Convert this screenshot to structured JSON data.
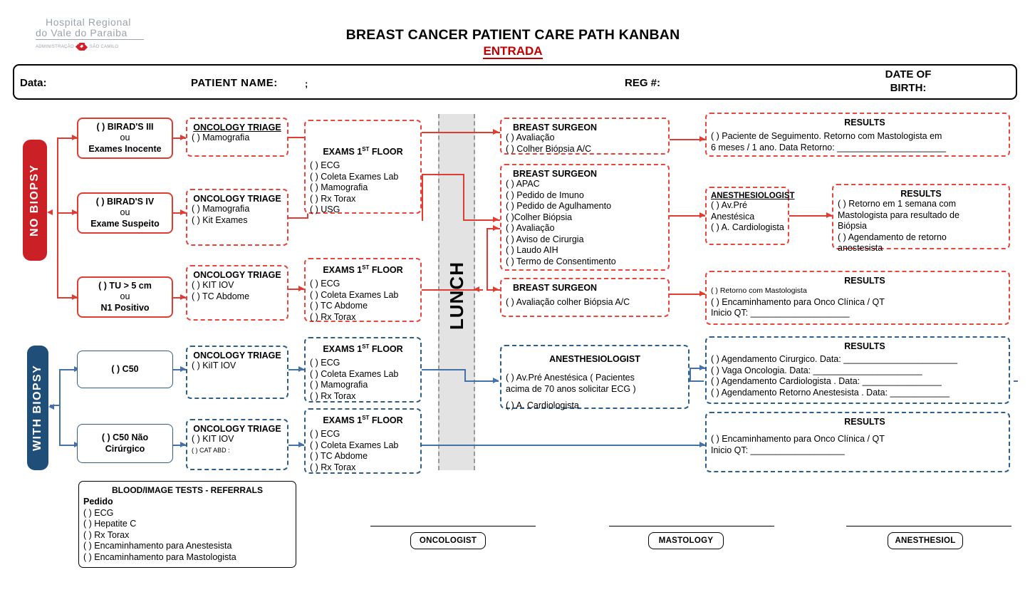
{
  "logo": {
    "line1": "Hospital Regional",
    "line2": "do Vale do Paraiba",
    "line3_left": "ADMINISTRAÇÃO",
    "line3_right": "SÃO CAMILO"
  },
  "header": {
    "title": "BREAST CANCER PATIENT CARE PATH KANBAN",
    "subtitle": "ENTRADA",
    "fields": {
      "data": "Data:",
      "patient_name": "PATIENT NAME:",
      "patient_name_mark": ";",
      "reg": "REG #:",
      "dob_line1": "DATE OF",
      "dob_line2": "BIRTH:"
    }
  },
  "colors": {
    "red": "#cc2027",
    "red_border": "#e03c31",
    "blue": "#1f4e79",
    "blue_border": "#2e5f8a",
    "accent_title_red": "#c00000",
    "lunch_grey": "#e3e3e3"
  },
  "lunch": {
    "label": "LUNCH"
  },
  "sections": [
    {
      "id": "no-biopsy",
      "label": "NO BIOPSY",
      "color": "#cc2027"
    },
    {
      "id": "with-biopsy",
      "label": "WITH BIOPSY",
      "color": "#1f4e79"
    }
  ],
  "entry_boxes": [
    {
      "id": "birads3",
      "lines": [
        "(    ) BIRAD'S III",
        "ou",
        "Exames Inocente"
      ]
    },
    {
      "id": "birads4",
      "lines": [
        "(    ) BIRAD'S IV",
        "ou",
        "Exame Suspeito"
      ]
    },
    {
      "id": "tu5cm",
      "lines": [
        "(    ) TU > 5 cm",
        "ou",
        "N1 Positivo"
      ]
    },
    {
      "id": "c50",
      "lines": [
        "(    ) C50"
      ]
    },
    {
      "id": "c50nc",
      "lines": [
        "(    ) C50 Não",
        "Cirúrgico"
      ]
    }
  ],
  "triage_boxes": [
    {
      "id": "triage-1",
      "title": "ONCOLOGY TRIAGE",
      "items": [
        "(    ) Mamografia"
      ]
    },
    {
      "id": "triage-2",
      "title": "ONCOLOGY TRIAGE",
      "items": [
        "(    ) Mamografia",
        "(    ) Kit Exames"
      ]
    },
    {
      "id": "triage-3",
      "title": "ONCOLOGY TRIAGE",
      "items": [
        "(    ) KIT IOV",
        "(    ) TC Abdome"
      ]
    },
    {
      "id": "triage-4",
      "title": "ONCOLOGY TRIAGE",
      "items": [
        "(    ) KiIT IOV"
      ]
    },
    {
      "id": "triage-5",
      "title": "ONCOLOGY TRIAGE",
      "items": [
        "(    ) KIT IOV",
        "(    )      CAT ABD       :"
      ]
    }
  ],
  "exam_boxes": [
    {
      "id": "exams-1",
      "title": "EXAMS 1ST FLOOR",
      "title_sup": "ST",
      "items": [
        "(    ) ECG",
        "(    ) Coleta Exames Lab",
        "(    ) Mamografia",
        "(    ) Rx Torax",
        "(    ) USG"
      ]
    },
    {
      "id": "exams-2",
      "title": "EXAMS 1ST FLOOR",
      "title_sup": "ST",
      "items": [
        "(    ) ECG",
        "(    ) Coleta Exames Lab",
        "(    ) TC Abdome",
        "(    ) Rx Torax"
      ]
    },
    {
      "id": "exams-3",
      "title": "EXAMS 1ST FLOOR",
      "title_sup": "ST",
      "items": [
        "(    ) ECG",
        "(    ) Coleta Exames Lab",
        "(    ) Mamografia",
        "(    ) Rx Torax"
      ]
    },
    {
      "id": "exams-4",
      "title": "EXAMS 1ST FLOOR",
      "title_sup": "ST",
      "items": [
        "(    ) ECG",
        "(    ) Coleta Exames Lab",
        "(    ) TC Abdome",
        "(    ) Rx Torax"
      ]
    }
  ],
  "surgeon_boxes": [
    {
      "id": "surgeon-1",
      "title": "BREAST SURGEON",
      "items": [
        "(    ) Avaliação",
        "(    ) Colher Biópsia A/C"
      ]
    },
    {
      "id": "surgeon-2",
      "title": "BREAST SURGEON",
      "items": [
        "(    ) APAC",
        "(    ) Pedido de Imuno",
        "(    ) Pedido de Agulhamento",
        "(    )Colher Biópsia",
        "(    ) Avaliação",
        "(    ) Aviso de Cirurgia",
        "(    ) Laudo AIH",
        "(    ) Termo de Consentimento"
      ]
    },
    {
      "id": "surgeon-3",
      "title": "BREAST SURGEON",
      "items": [
        "(    ) Avaliação colher Biópsia A/C"
      ]
    }
  ],
  "anesthesiologist_boxes": [
    {
      "id": "anesth-1",
      "title": "ANESTHESIOLOGIST",
      "items": [
        "(    ) Av.Pré",
        "Anestésica",
        "(    ) A. Cardiologista"
      ]
    },
    {
      "id": "anesth-2",
      "title": "ANESTHESIOLOGIST",
      "items": [
        "(    ) Av.Pré Anestésica ( Pacientes",
        "acima de 70 anos solicitar ECG )",
        "",
        "(    ) A. Cardiologista"
      ]
    }
  ],
  "results_boxes": [
    {
      "id": "results-1",
      "title": "RESULTS",
      "lines": [
        "(    ) Paciente de Seguimento. Retorno com Mastologista em",
        "6 meses / 1 ano.    Data Retorno: ______________________"
      ]
    },
    {
      "id": "results-2",
      "title": "RESULTS",
      "lines": [
        "(    ) Retorno em 1 semana com",
        "Mastologista para resultado de",
        "Biópsia",
        "(    ) Agendamento de retorno",
        "anestesista"
      ]
    },
    {
      "id": "results-3",
      "title": "RESULTS",
      "lines": [
        "(    ) Retorno com Mastologista",
        "(    ) Encaminhamento para Onco Clínica / QT",
        "Inicio QT: ____________________"
      ]
    },
    {
      "id": "results-4",
      "title": "RESULTS",
      "lines": [
        "(    ) Agendamento Cirurgico. Data: _______________________",
        "(    ) Vaga Oncologia. Data: ______________________",
        "(    ) Agendamento Cardiologista . Data: ________________",
        "(    ) Agendamento Retorno Anestesista . Data: ____________"
      ]
    },
    {
      "id": "results-5",
      "title": "RESULTS",
      "lines": [
        "(    ) Encaminhamento para Onco Clínica / QT",
        "Inicio QT: ___________________"
      ]
    }
  ],
  "referrals_box": {
    "title": "BLOOD/IMAGE TESTS - REFERRALS",
    "subtitle": "Pedido",
    "items": [
      "(    ) ECG",
      "(    ) Hepatite C",
      "(    ) Rx Torax",
      "(    ) Encaminhamento para Anestesista",
      "(    ) Encaminhamento para Mastologista"
    ]
  },
  "signatures": [
    {
      "id": "sig-oncologist",
      "label": "ONCOLOGIST"
    },
    {
      "id": "sig-mastology",
      "label": "MASTOLOGY"
    },
    {
      "id": "sig-anesthesiologist",
      "label": "ANESTHESIOL"
    }
  ]
}
